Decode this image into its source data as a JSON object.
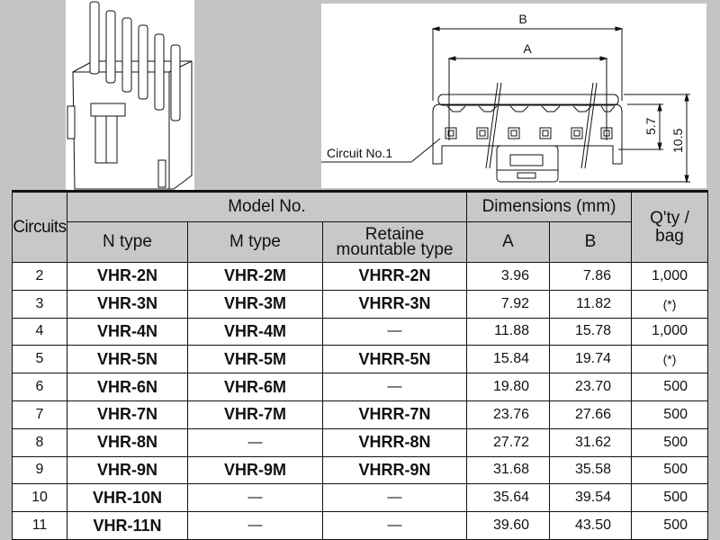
{
  "figures": {
    "photo_alt": "VHR connector housing isometric view",
    "drawing": {
      "dim_b_label": "B",
      "dim_a_label": "A",
      "height_inner": "5.7",
      "height_outer": "10.5",
      "callout": "Circuit No.1"
    }
  },
  "table": {
    "headers": {
      "circuits": "Circuits",
      "model_no": "Model No.",
      "n_type": "N type",
      "m_type": "M type",
      "retainer_line1": "Retaine",
      "retainer_line2": "mountable type",
      "dimensions": "Dimensions (mm)",
      "dim_a": "A",
      "dim_b": "B",
      "qty_line1": "Q'ty /",
      "qty_line2": "bag"
    },
    "rows": [
      {
        "circuits": "2",
        "n": "VHR-2N",
        "m": "VHR-2M",
        "r": "VHRR-2N",
        "a": "3.96",
        "b": "7.86",
        "qty": "1,000"
      },
      {
        "circuits": "3",
        "n": "VHR-3N",
        "m": "VHR-3M",
        "r": "VHRR-3N",
        "a": "7.92",
        "b": "11.82",
        "qty": "(*)"
      },
      {
        "circuits": "4",
        "n": "VHR-4N",
        "m": "VHR-4M",
        "r": "—",
        "a": "11.88",
        "b": "15.78",
        "qty": "1,000"
      },
      {
        "circuits": "5",
        "n": "VHR-5N",
        "m": "VHR-5M",
        "r": "VHRR-5N",
        "a": "15.84",
        "b": "19.74",
        "qty": "(*)"
      },
      {
        "circuits": "6",
        "n": "VHR-6N",
        "m": "VHR-6M",
        "r": "—",
        "a": "19.80",
        "b": "23.70",
        "qty": "500"
      },
      {
        "circuits": "7",
        "n": "VHR-7N",
        "m": "VHR-7M",
        "r": "VHRR-7N",
        "a": "23.76",
        "b": "27.66",
        "qty": "500"
      },
      {
        "circuits": "8",
        "n": "VHR-8N",
        "m": "—",
        "r": "VHRR-8N",
        "a": "27.72",
        "b": "31.62",
        "qty": "500"
      },
      {
        "circuits": "9",
        "n": "VHR-9N",
        "m": "VHR-9M",
        "r": "VHRR-9N",
        "a": "31.68",
        "b": "35.58",
        "qty": "500"
      },
      {
        "circuits": "10",
        "n": "VHR-10N",
        "m": "—",
        "r": "—",
        "a": "35.64",
        "b": "39.54",
        "qty": "500"
      },
      {
        "circuits": "11",
        "n": "VHR-11N",
        "m": "—",
        "r": "—",
        "a": "39.60",
        "b": "43.50",
        "qty": "500"
      }
    ]
  }
}
